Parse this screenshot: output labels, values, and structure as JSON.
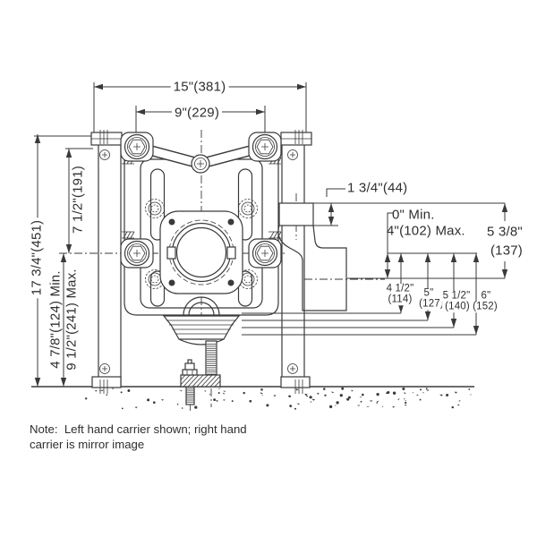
{
  "colors": {
    "ink": "#3a3a3a",
    "text": "#2e2e2e",
    "background": "#ffffff"
  },
  "drawing": {
    "dims": {
      "overall_width": "15\"(381)",
      "bolt_spacing_width": "9\"(229)",
      "overall_height": "17 3/4\"(451)",
      "upper_bolt_height": "7 1/2\"(191)",
      "outlet_min": "4 7/8\"(124) Min.",
      "outlet_max": "9 1/2\"(241) Max.",
      "vent_offset": "1 3/4\"(44)",
      "horiz_adjust_min": "0\" Min.",
      "horiz_adjust_max": "4\"(102) Max.",
      "fitting_depth_in": "5 3/8\"",
      "fitting_depth_mm": "(137)",
      "roughin": [
        {
          "in": "4 1/2\"",
          "mm": "(114)"
        },
        {
          "in": "5\"",
          "mm": "(127)"
        },
        {
          "in": "5 1/2\"",
          "mm": "(140)"
        },
        {
          "in": "6\"",
          "mm": "(152)"
        }
      ]
    },
    "note": {
      "line1": "Note:  Left hand carrier shown; right hand",
      "line2": "carrier is mirror image"
    }
  }
}
